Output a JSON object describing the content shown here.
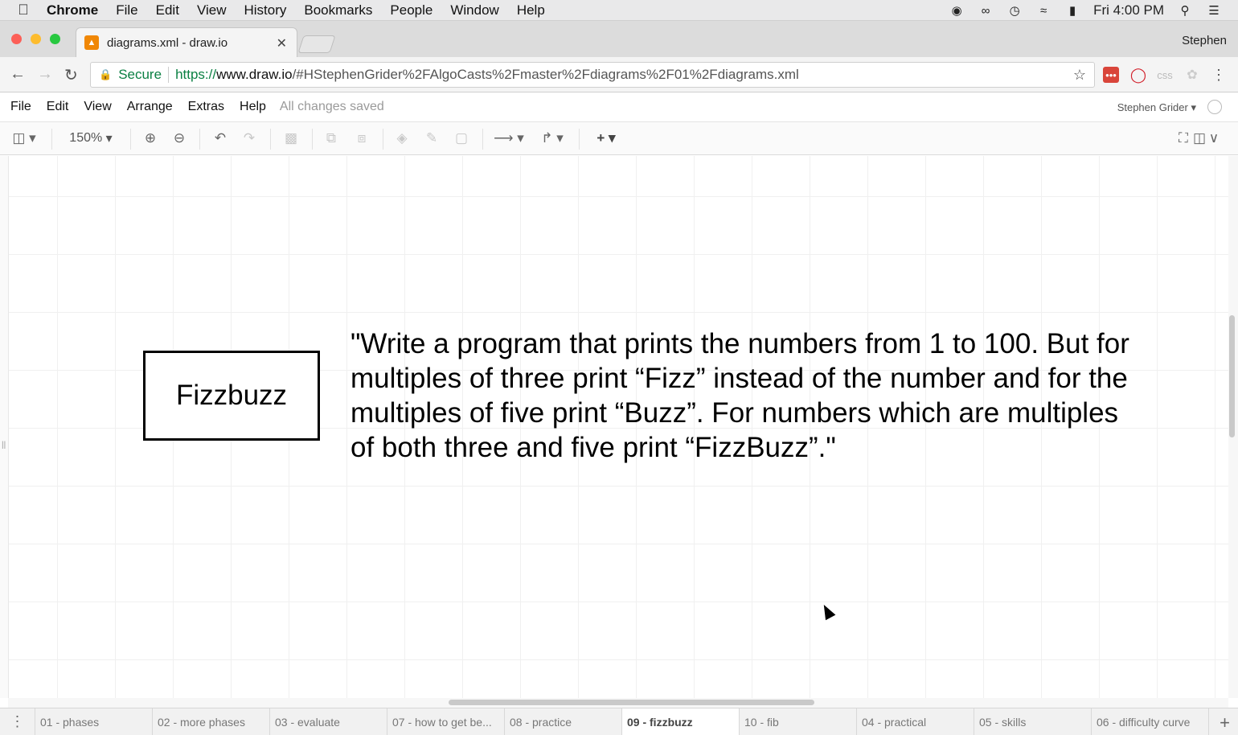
{
  "mac_menubar": {
    "apple_icon": "apple-icon",
    "items": [
      "Chrome",
      "File",
      "Edit",
      "View",
      "History",
      "Bookmarks",
      "People",
      "Window",
      "Help"
    ],
    "clock": "Fri 4:00 PM"
  },
  "browser": {
    "tab_title": "diagrams.xml - draw.io",
    "profile_name": "Stephen",
    "secure_label": "Secure",
    "url_scheme": "https://",
    "url_host": "www.draw.io",
    "url_path": "/#HStephenGrider%2FAlgoCasts%2Fmaster%2Fdiagrams%2F01%2Fdiagrams.xml",
    "ext_css_label": "css"
  },
  "app_menu": {
    "items": [
      "File",
      "Edit",
      "View",
      "Arrange",
      "Extras",
      "Help"
    ],
    "status": "All changes saved",
    "user": "Stephen Grider"
  },
  "toolbar": {
    "zoom": "150%"
  },
  "diagram": {
    "box_label": "Fizzbuzz",
    "quote_text": "\"Write a program that prints the numbers from 1 to 100. But for multiples of three print “Fizz” instead of the number and for the multiples of five print “Buzz”. For numbers which are multiples of both three and five print “FizzBuzz”.\""
  },
  "pages": {
    "tabs": [
      "01 - phases",
      "02 - more phases",
      "03 - evaluate",
      "07 - how to get be...",
      "08 - practice",
      "09 - fizzbuzz",
      "10 - fib",
      "04 - practical",
      "05 - skills",
      "06 - difficulty curve"
    ],
    "active": "09 - fizzbuzz"
  }
}
